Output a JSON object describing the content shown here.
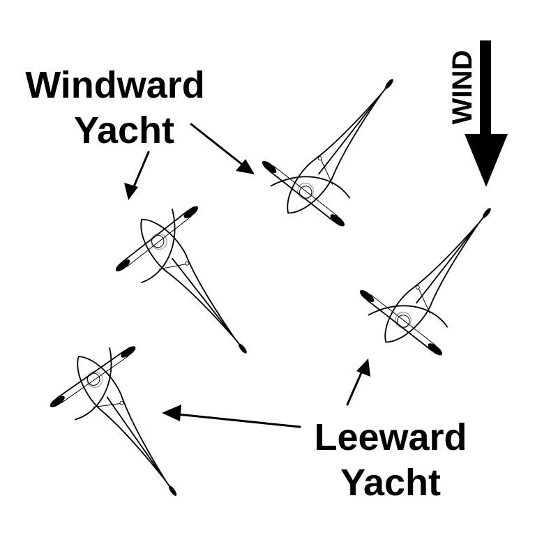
{
  "labels": {
    "windward_line1": "Windward",
    "windward_line2": "Yacht",
    "leeward_line1": "Leeward",
    "leeward_line2": "Yacht",
    "wind": "WIND"
  },
  "colors": {
    "ink": "#000000",
    "shadow": "#9a9a9a",
    "background": "#ffffff"
  }
}
